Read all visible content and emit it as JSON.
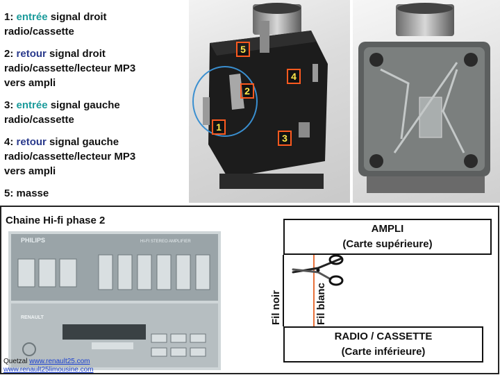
{
  "legend": [
    {
      "num": "1:",
      "keyword": "entrée",
      "kind": "in",
      "rest_line1": " signal droit",
      "rest_line2": "radio/cassette",
      "rest_line3": ""
    },
    {
      "num": "2:",
      "keyword": "retour",
      "kind": "out",
      "rest_line1": " signal droit",
      "rest_line2": "radio/cassette/lecteur MP3",
      "rest_line3": "vers ampli"
    },
    {
      "num": "3:",
      "keyword": "entrée",
      "kind": "in",
      "rest_line1": " signal gauche",
      "rest_line2": "radio/cassette",
      "rest_line3": ""
    },
    {
      "num": "4:",
      "keyword": "retour",
      "kind": "out",
      "rest_line1": " signal gauche",
      "rest_line2": "radio/cassette/lecteur MP3",
      "rest_line3": "vers ampli"
    },
    {
      "num": "5:",
      "keyword": "masse",
      "kind": "plain",
      "rest_line1": "",
      "rest_line2": "",
      "rest_line3": ""
    }
  ],
  "photo_markers": [
    "5",
    "2",
    "1",
    "4",
    "3"
  ],
  "colors": {
    "in_keyword": "#1a9b9b",
    "out_keyword": "#2a3a8c",
    "marker_border": "#ff5a1f",
    "marker_text": "#ffe94a",
    "white_wire": "#e8703a",
    "highlight_circle": "#3a8fd0"
  },
  "bottom": {
    "title": "Chaine Hi-fi phase 2",
    "ampli_title": "AMPLI",
    "ampli_subtitle": "(Carte supérieure)",
    "radio_title": "RADIO / CASSETTE",
    "radio_subtitle": "(Carte inférieure)",
    "wire_black_label": "Fil noir",
    "wire_white_label": "Fil blanc",
    "hifi_brand": "PHILIPS",
    "hifi_model": "HI-FI STEREO AMPLIFIER",
    "hifi_car_brand": "RENAULT",
    "credit_author": "Quetzal ",
    "credit_link1": "www.renault25.com",
    "credit_link2": "www.renault25limousine.com"
  },
  "icons": [
    "scissors-icon"
  ]
}
